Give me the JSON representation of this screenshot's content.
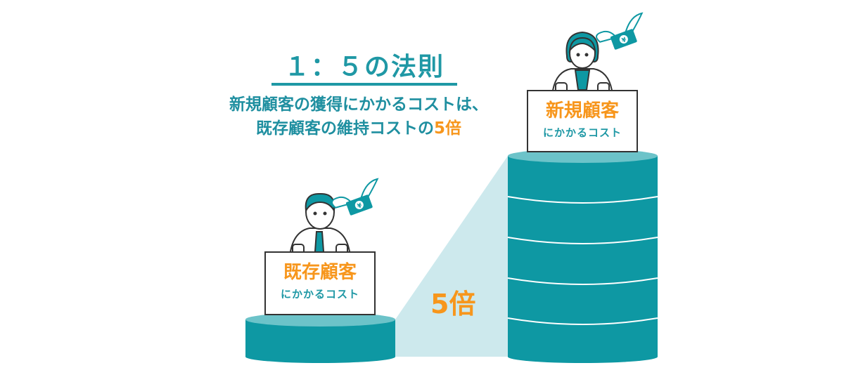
{
  "title": "１：５の法則",
  "subtitle": {
    "line1": "新規顧客の獲得にかかるコストは、",
    "line2_prefix": "既存顧客の維持コストの",
    "line2_accent": "5倍"
  },
  "existing_sign": {
    "main": "既存顧客",
    "small": "にかかるコスト"
  },
  "new_sign": {
    "main": "新規顧客",
    "small": "にかかるコスト"
  },
  "ratio_label": "5倍",
  "colors": {
    "teal": "#0e98a3",
    "teal_top": "#6cc3c9",
    "light": "#cde9ed",
    "orange": "#f7961c"
  }
}
